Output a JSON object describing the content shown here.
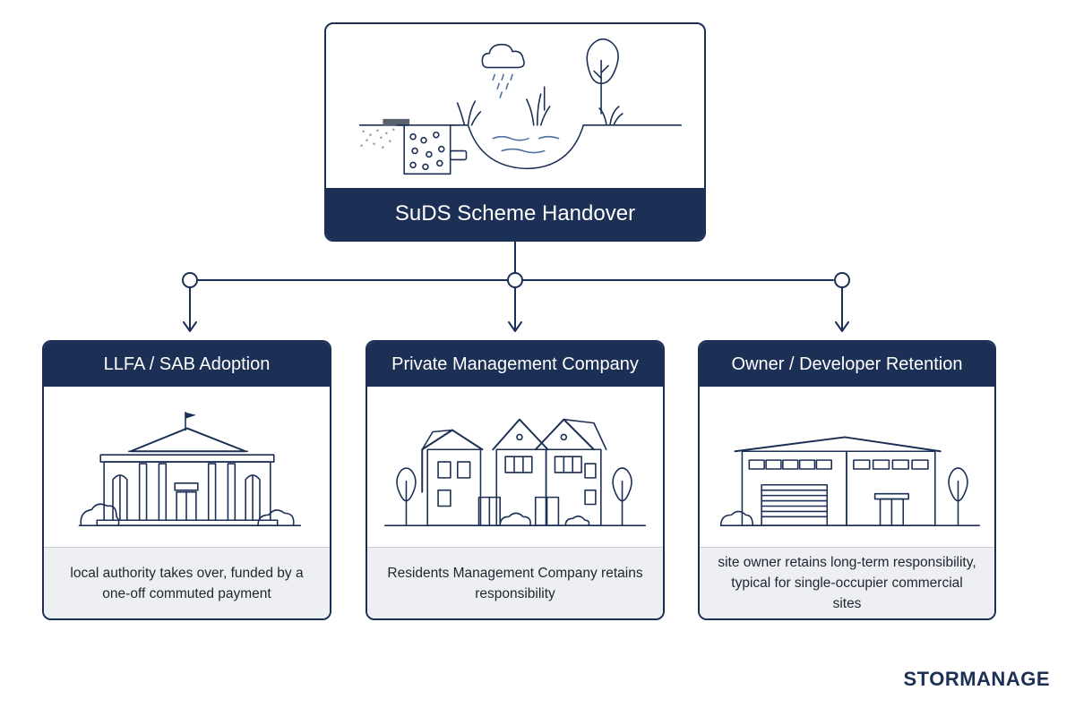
{
  "root": {
    "title": "SuDS Scheme Handover"
  },
  "options": [
    {
      "id": "llfa",
      "title": "LLFA / SAB Adoption",
      "description": "local authority takes over, funded by a one-off commuted payment"
    },
    {
      "id": "pmc",
      "title": "Private Management Company",
      "description": "Residents Management Company retains responsibility"
    },
    {
      "id": "owner",
      "title": "Owner / Developer Retention",
      "description": "site owner retains long-term responsibility, typical for single-occupier commercial sites"
    }
  ],
  "brand": "STORMANAGE",
  "colors": {
    "navy": "#1c2f55",
    "panel": "#eeeff2",
    "water": "#4f6fa0"
  },
  "icons": [
    "suds-landscape-icon",
    "government-building-icon",
    "townhouses-icon",
    "industrial-warehouse-icon"
  ]
}
